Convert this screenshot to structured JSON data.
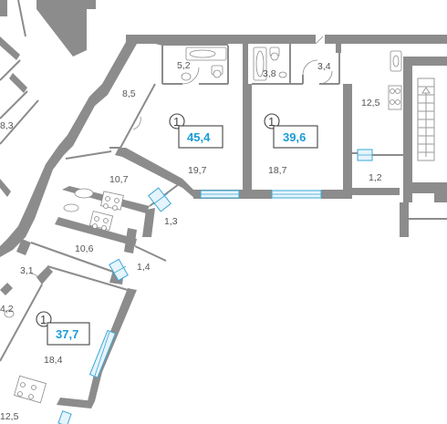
{
  "apartments": [
    {
      "id": "center",
      "rooms": "1",
      "total": "45,4"
    },
    {
      "id": "right",
      "rooms": "1",
      "total": "39,6"
    },
    {
      "id": "left",
      "rooms": "1",
      "total": "37,7"
    }
  ],
  "areas": {
    "center_bath": "5,2",
    "center_hall": "8,5",
    "center_room": "19,7",
    "right_bath": "3,8",
    "right_hall": "3,4",
    "right_room": "18,7",
    "kitchen_right": "12,5",
    "balcony_right": "1,2",
    "kitchen_center": "10,7",
    "balcony_center": "1,3",
    "kitchen_left": "10,6",
    "balcony_left": "1,4",
    "hall_left": "3,1",
    "bath_left": "4,2",
    "room_left": "18,4",
    "kitchen_far_left": "12,5",
    "room_far_left": "8,3"
  }
}
